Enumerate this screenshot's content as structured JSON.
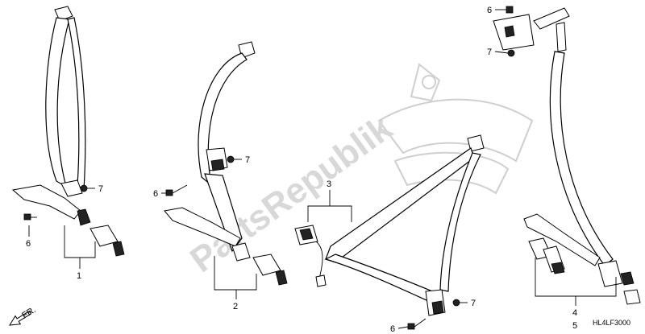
{
  "diagram_code": "HL4LF3000",
  "direction_label": "FR.",
  "watermark": "PartsRepublik",
  "callouts": {
    "c1": "1",
    "c2": "2",
    "c3": "3",
    "c4": "4",
    "c5": "5",
    "c6a": "6",
    "c6b": "6",
    "c6c": "6",
    "c6d": "6",
    "c7a": "7",
    "c7b": "7",
    "c7c": "7",
    "c7d": "7"
  },
  "colors": {
    "line": "#000000",
    "watermark": "#d8d8d8"
  }
}
